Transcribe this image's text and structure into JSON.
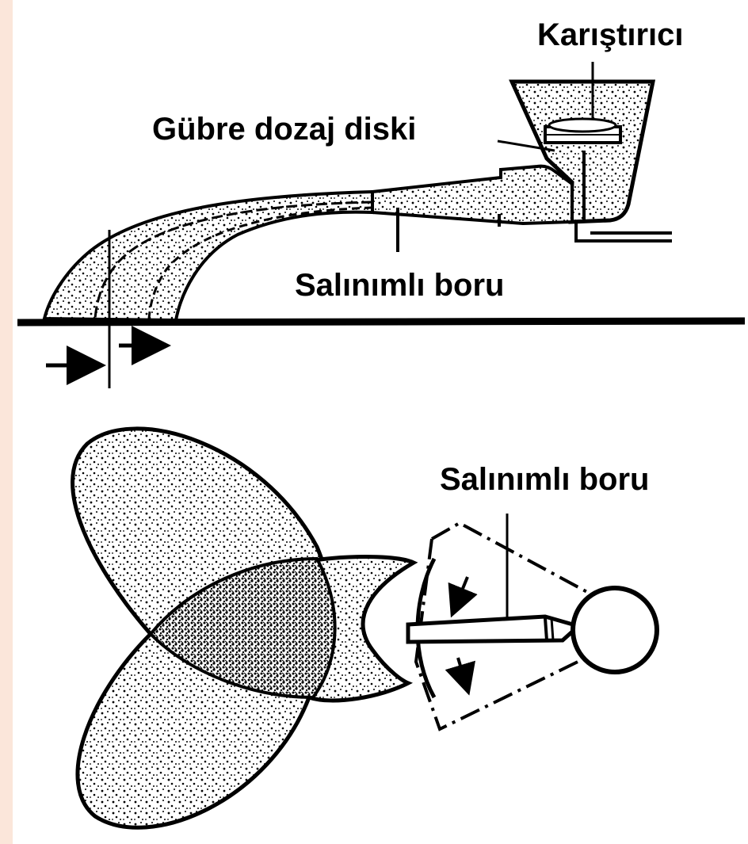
{
  "labels": {
    "mixer": "Karıştırıcı",
    "dosing_disk": "Gübre dozaj diski",
    "oscillating_tube_side": "Salınımlı boru",
    "oscillating_tube_top": "Salınımlı boru"
  },
  "colors": {
    "ink": "#000000",
    "paper": "#ffffff",
    "left_band": "#fbe6da"
  }
}
